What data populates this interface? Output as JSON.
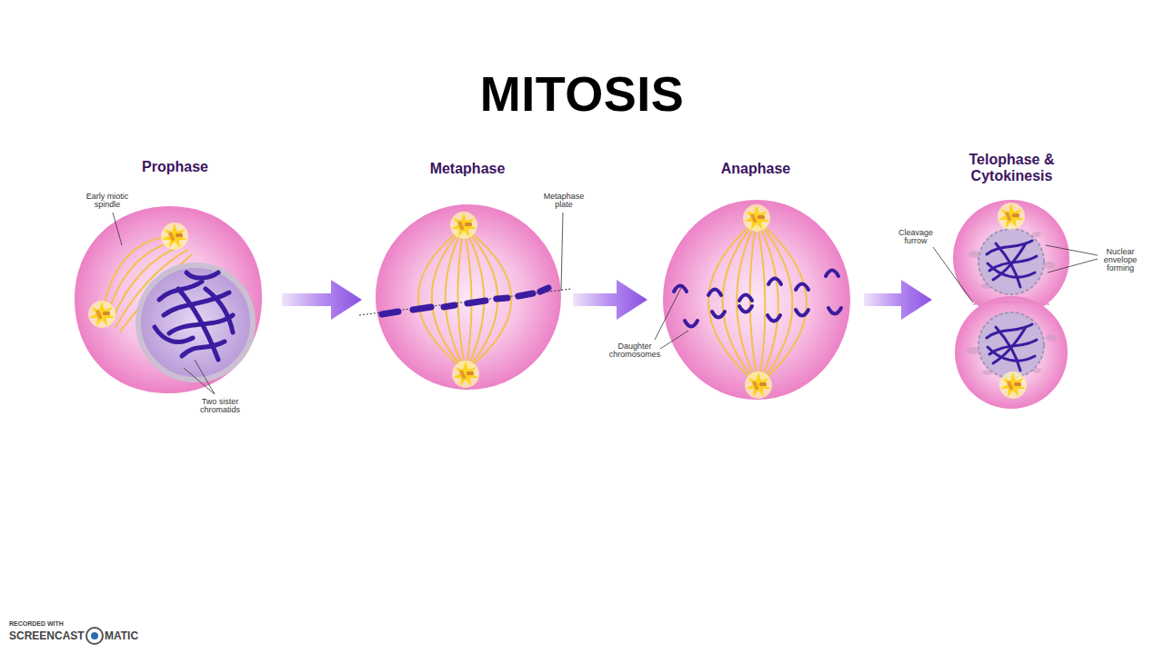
{
  "diagram": {
    "title": "MITOSIS",
    "nodes": [
      {
        "text": [
          "Prophase"
        ]
      },
      {
        "text": [
          "Metaphase"
        ]
      },
      {
        "text": [
          "Anaphase"
        ]
      },
      {
        "text": [
          "Telophase & Cytokinesis"
        ]
      }
    ],
    "edges": [
      {
        "from": 0,
        "to": 1,
        "arrow": "to"
      },
      {
        "from": 1,
        "to": 2,
        "arrow": "to"
      },
      {
        "from": 2,
        "to": 3,
        "arrow": "to"
      }
    ],
    "labels": [
      "Early miotic spindle",
      "Two sister chromatids",
      "Metaphase plate",
      "Daughter chromosomes",
      "Cleavage furrow",
      "Nuclear envelope forming",
      "RECORDED WITH",
      "SCREENCAST",
      "MATIC"
    ]
  }
}
